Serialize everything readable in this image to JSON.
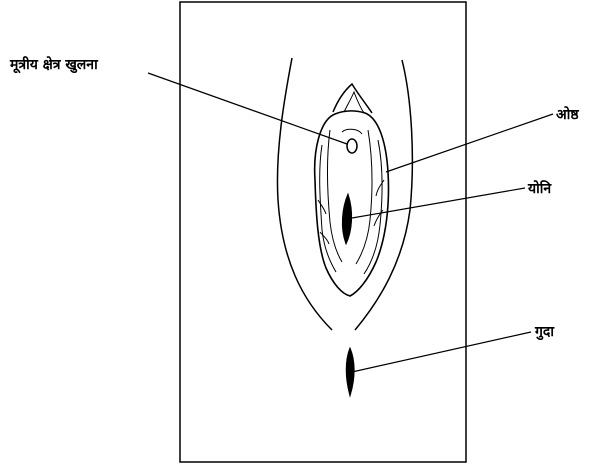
{
  "labels": {
    "urethral_opening": "मूत्रीय क्षेत्र खुलना",
    "lips": "ओष्ठ",
    "vagina": "योनि",
    "anus": "गुदा"
  },
  "colors": {
    "line": "#000000",
    "background": "#ffffff"
  }
}
